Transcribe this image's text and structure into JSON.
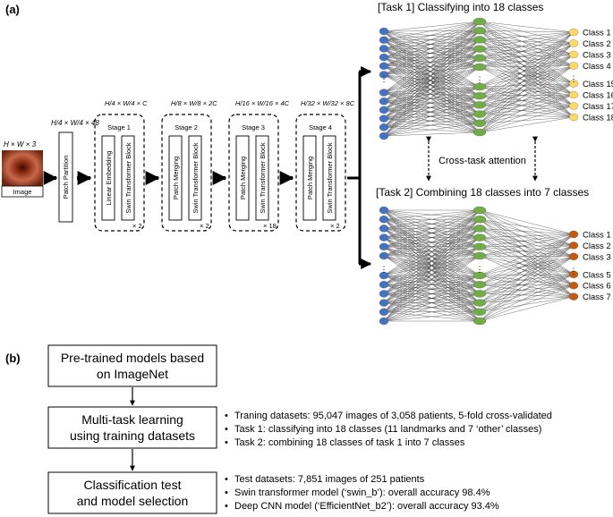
{
  "panel_a": {
    "label": "(a)",
    "image_dims": "H × W × 3",
    "image_caption": "Image",
    "patch_partition": "Patch Partition",
    "patch_dims": "H/4 × W/4 × 48",
    "stages": [
      {
        "title": "Stage 1",
        "first_block": "Linear Embedding",
        "second_block": "Swin Transformer Block",
        "repeat": "× 2",
        "dims": "H/4 × W/4 × C"
      },
      {
        "title": "Stage 2",
        "first_block": "Patch Merging",
        "second_block": "Swin Transformer Block",
        "repeat": "× 2",
        "dims": "H/8 × W/8 × 2C"
      },
      {
        "title": "Stage 3",
        "first_block": "Patch Merging",
        "second_block": "Swin Transformer Block",
        "repeat": "× 18",
        "dims": "H/16 × W/16 × 4C"
      },
      {
        "title": "Stage 4",
        "first_block": "Patch Merging",
        "second_block": "Swin Transformer Block",
        "repeat": "× 2",
        "dims": "H/32 × W/32 × 8C"
      }
    ],
    "task1_title": "[Task 1] Classifying into 18 classes",
    "task2_title": "[Task 2] Combining 18 classes into 7 classes",
    "cross_task": "Cross-task attention",
    "task1_classes": [
      "Class 1",
      "Class 2",
      "Class 3",
      "Class 4",
      "Class 15",
      "Class 16",
      "Class 17",
      "Class 18"
    ],
    "task2_classes": [
      "Class 1",
      "Class 2",
      "Class 3",
      "Class 5",
      "Class 6",
      "Class 7"
    ],
    "colors": {
      "input": "#4472c4",
      "hidden": "#70ad47",
      "task1_out": "#ffd966",
      "task2_out": "#c55a11"
    }
  },
  "panel_b": {
    "label": "(b)",
    "boxes": [
      {
        "line1": "Pre-trained models based",
        "line2": "on ImageNet"
      },
      {
        "line1": "Multi-task learning",
        "line2": "using training datasets"
      },
      {
        "line1": "Classification test",
        "line2": "and model selection"
      }
    ],
    "bullets_train": [
      "Traning datasets: 95,047 images of  3,058 patients, 5-fold cross-validated",
      "Task 1: classifying into 18 classes (11 landmarks and 7 ‘other’ classes)",
      "Task 2: combining 18 classes of task 1 into 7 classes"
    ],
    "bullets_test": [
      "Test datasets: 7,851 images of 251 patients",
      "Swin transformer model (‘swin_b’): overall accuracy 98.4%",
      "Deep CNN model (‘EfficientNet_b2’): overall accuracy 93.4%"
    ]
  }
}
